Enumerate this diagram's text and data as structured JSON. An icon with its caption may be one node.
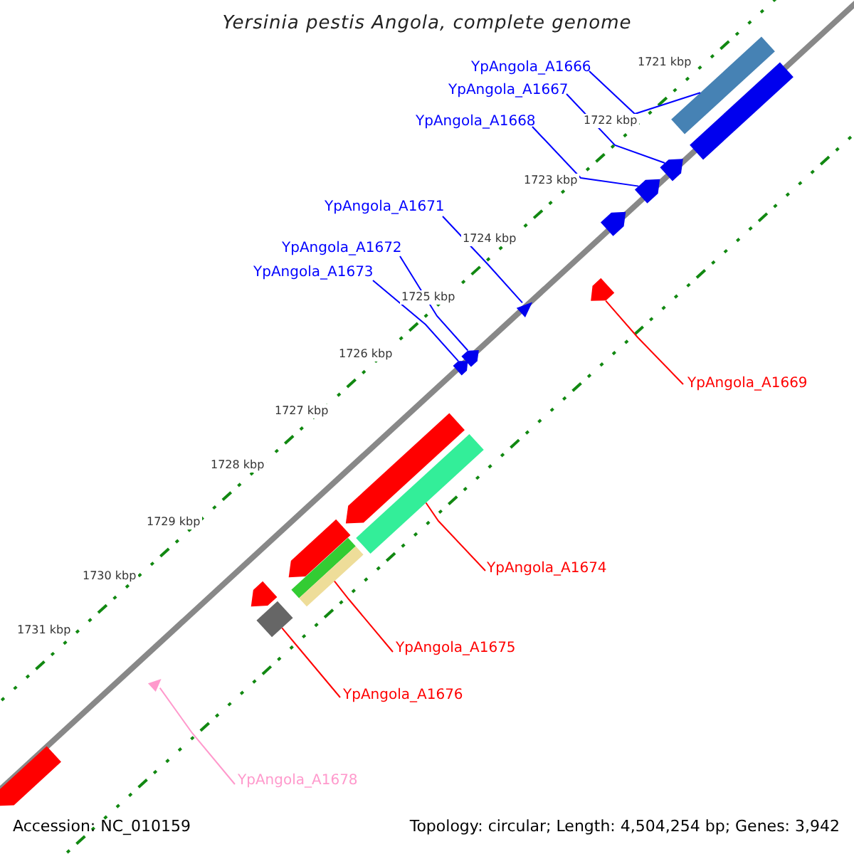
{
  "diagram": {
    "title": "Yersinia pestis Angola, complete genome",
    "nodes": [
      {
        "text": [
          "YpAngola_A1666"
        ]
      },
      {
        "text": [
          "YpAngola_A1667"
        ]
      },
      {
        "text": [
          "YpAngola_A1668"
        ]
      },
      {
        "text": [
          "YpAngola_A1671"
        ]
      },
      {
        "text": [
          "YpAngola_A1672"
        ]
      },
      {
        "text": [
          "YpAngola_A1673"
        ]
      },
      {
        "text": [
          "YpAngola_A1669"
        ]
      },
      {
        "text": [
          "YpAngola_A1674"
        ]
      },
      {
        "text": [
          "YpAngola_A1675"
        ]
      },
      {
        "text": [
          "YpAngola_A1676"
        ]
      },
      {
        "text": [
          "YpAngola_A1678"
        ]
      },
      {
        "text": [],
        "shape": "bar"
      },
      {
        "text": [],
        "shape": "pentagon"
      },
      {
        "text": [],
        "shape": "pentagon"
      },
      {
        "text": [],
        "shape": "triangle"
      },
      {
        "text": [],
        "shape": "pentagon"
      },
      {
        "text": [],
        "shape": "pentagon"
      },
      {
        "text": [],
        "shape": "pentagon"
      },
      {
        "text": [],
        "shape": "bar"
      },
      {
        "text": [],
        "shape": "bar"
      },
      {
        "text": [],
        "shape": "diamond"
      },
      {
        "text": [],
        "shape": "triangle"
      },
      {
        "text": [],
        "shape": "bar"
      },
      {
        "text": [],
        "shape": "pentagon"
      },
      {
        "text": [],
        "shape": "pentagon"
      },
      {
        "text": [],
        "shape": "pentagon"
      },
      {
        "text": [],
        "shape": "pentagon"
      },
      {
        "text": [],
        "shape": "pentagon"
      }
    ],
    "edges": [
      {
        "from": 0,
        "to": 11,
        "arrow": "none",
        "color": "#0000ff"
      },
      {
        "from": 1,
        "to": 12,
        "arrow": "none",
        "color": "#0000ff"
      },
      {
        "from": 2,
        "to": 13,
        "arrow": "none",
        "color": "#0000ff"
      },
      {
        "from": 3,
        "to": 14,
        "arrow": "none",
        "color": "#0000ff"
      },
      {
        "from": 4,
        "to": 15,
        "arrow": "none",
        "color": "#0000ff"
      },
      {
        "from": 5,
        "to": 16,
        "arrow": "none",
        "color": "#0000ff"
      },
      {
        "from": 6,
        "to": 17,
        "arrow": "none",
        "color": "#ff0000"
      },
      {
        "from": 7,
        "to": 18,
        "arrow": "none",
        "color": "#ff0000"
      },
      {
        "from": 8,
        "to": 19,
        "arrow": "none",
        "color": "#ff0000"
      },
      {
        "from": 9,
        "to": 20,
        "arrow": "none",
        "color": "#ff0000"
      },
      {
        "from": 10,
        "to": 21,
        "arrow": "none",
        "color": "#ff99cc"
      }
    ],
    "labels": [
      "1721 kbp",
      "1722 kbp",
      "1723 kbp",
      "1724 kbp",
      "1725 kbp",
      "1726 kbp",
      "1727 kbp",
      "1728 kbp",
      "1729 kbp",
      "1730 kbp",
      "1731 kbp",
      "Accession: NC_010159",
      "Topology: circular; Length: 4,504,254 bp; Genes: 3,942"
    ]
  }
}
